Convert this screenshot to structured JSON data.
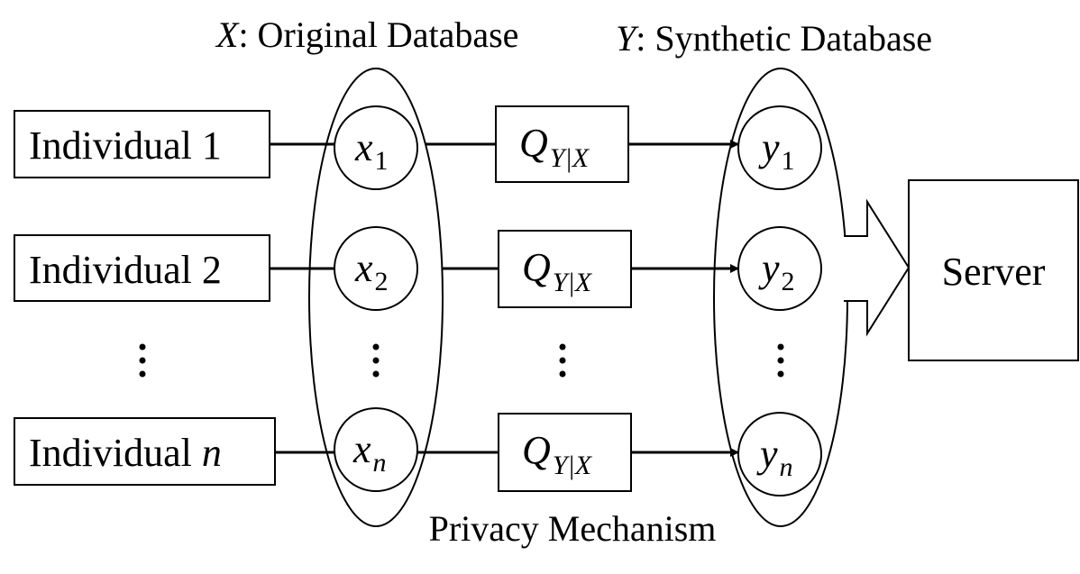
{
  "titles": {
    "original_var": "X",
    "original_text": ": Original Database",
    "synthetic_var": "Y",
    "synthetic_text": ": Synthetic Database",
    "mechanism": "Privacy Mechanism"
  },
  "individuals": [
    {
      "text": "Individual ",
      "index": "1",
      "index_italic": false
    },
    {
      "text": "Individual ",
      "index": "2",
      "index_italic": false
    },
    {
      "text": "Individual ",
      "index": "n",
      "index_italic": true
    }
  ],
  "x_nodes": [
    {
      "var": "x",
      "sub": "1"
    },
    {
      "var": "x",
      "sub": "2"
    },
    {
      "var": "x",
      "sub": "n"
    }
  ],
  "mechanisms": [
    {
      "var": "Q",
      "sub": "Y|X"
    },
    {
      "var": "Q",
      "sub": "Y|X"
    },
    {
      "var": "Q",
      "sub": "Y|X"
    }
  ],
  "y_nodes": [
    {
      "var": "y",
      "sub": "1"
    },
    {
      "var": "y",
      "sub": "2"
    },
    {
      "var": "y",
      "sub": "n"
    }
  ],
  "server": {
    "label": "Server"
  }
}
